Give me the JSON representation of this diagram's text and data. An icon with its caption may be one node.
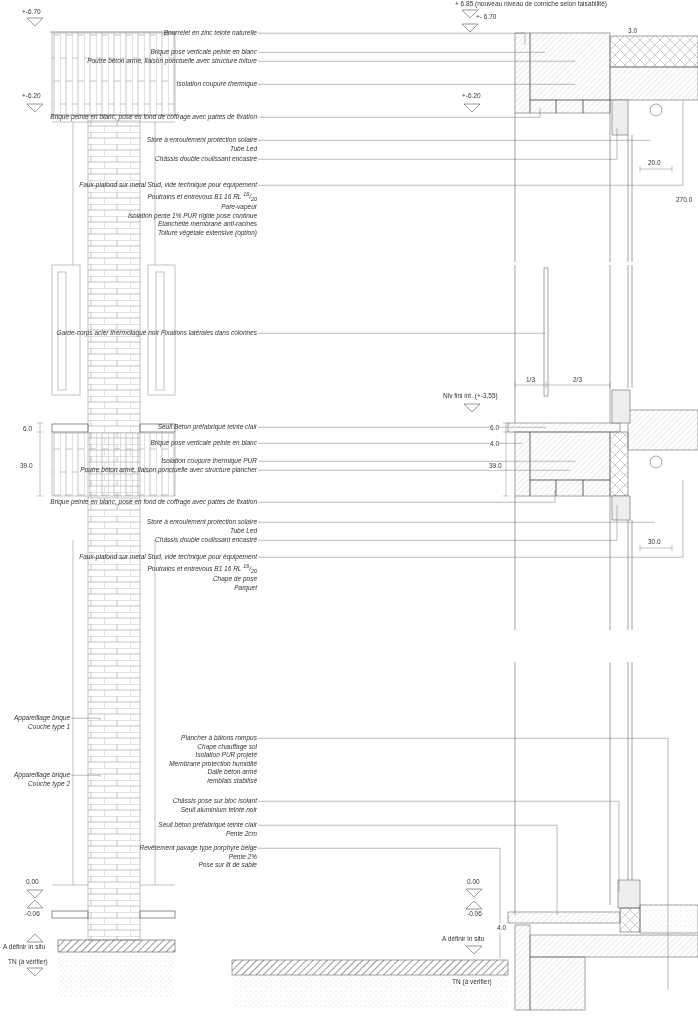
{
  "diagram": {
    "nodes": [
      {
        "text": [
          "Bourrelet en zinc teinte naturelle"
        ]
      },
      {
        "text": [
          "Brique pose verticale peinte en blanc"
        ]
      },
      {
        "text": [
          "Poutre béton armé, liaison ponctuelle avec structure toiture"
        ]
      },
      {
        "text": [
          "Isolation coupure thermique"
        ]
      },
      {
        "text": [
          "Brique peinte en blanc, pose en fond de coffrage avec pattes de fixation"
        ]
      },
      {
        "text": [
          "Store à enroulement protection solaire",
          "Tube Led"
        ]
      },
      {
        "text": [
          "Châssis double coulissant encastré"
        ]
      },
      {
        "text": [
          "Faux-plafond sur metal Stud, vide technique pour équipement",
          "Poutrains et entrevous B1 16 RL $^{16}$/$_{20}$",
          "Pare-vapeur",
          "Isolation pente 1% PUR rigide pose continue",
          "Etanchéité membrane anti-racines",
          "Toiture végétale extensive (option)"
        ]
      },
      {
        "text": [
          "Garde-corps acier thermolaqué noir Fixations latérales dans colonnes"
        ]
      },
      {
        "text": [
          "Seuil Béton préfabriqué teinte clair"
        ]
      },
      {
        "text": [
          "Brique pose verticale peinte en blanc"
        ]
      },
      {
        "text": [
          "Isolation coupure thermique PUR"
        ]
      },
      {
        "text": [
          "Poutre béton armé, liaison ponctuelle avec structure plancher"
        ]
      },
      {
        "text": [
          "Brique peinte en blanc, pose en fond de coffrage avec pattes de fixation"
        ]
      },
      {
        "text": [
          "Store à enroulement protection solaire",
          "Tube Led"
        ]
      },
      {
        "text": [
          "Châssis double coulissant encastré"
        ]
      },
      {
        "text": [
          "Faux-plafond sur metal Stud, vide technique pour équipement",
          "Poutrains et entrevous B1 16 RL $^{16}$/$_{20}$",
          "Chape de pose",
          "Parquet"
        ]
      },
      {
        "text": [
          "Plancher à bâtons rompus",
          "Chape chauffage sol",
          "Isolation PUR projeté",
          "Membrane protection humidité",
          "Dalle béton armé",
          "remblais stabilisé"
        ]
      },
      {
        "text": [
          "Châssis pose sur bloc isolant",
          "Seuil aluminium teinte noir"
        ]
      },
      {
        "text": [
          "Seuil béton préfabriqué teinte clair",
          "Pente 2cm"
        ]
      },
      {
        "text": [
          "Revêtement pavage type porphyre belge",
          "Pente 2%",
          "Pose sur lit de sable"
        ]
      },
      {
        "text": [
          "Appareillage brique",
          "Couche type 1"
        ]
      },
      {
        "text": [
          "Appareillage brique",
          "Couche type 2"
        ]
      }
    ],
    "edges": [
      {
        "from": 0,
        "to": null,
        "arrow": "none"
      },
      {
        "from": 1,
        "to": null,
        "arrow": "none"
      },
      {
        "from": 2,
        "to": null,
        "arrow": "none"
      },
      {
        "from": 3,
        "to": null,
        "arrow": "none"
      },
      {
        "from": 4,
        "to": null,
        "arrow": "none"
      },
      {
        "from": 5,
        "to": null,
        "arrow": "none"
      },
      {
        "from": 6,
        "to": null,
        "arrow": "none"
      },
      {
        "from": 7,
        "to": null,
        "arrow": "none"
      },
      {
        "from": 8,
        "to": null,
        "arrow": "none"
      },
      {
        "from": 9,
        "to": null,
        "arrow": "none"
      },
      {
        "from": 10,
        "to": null,
        "arrow": "none"
      },
      {
        "from": 11,
        "to": null,
        "arrow": "none"
      },
      {
        "from": 12,
        "to": null,
        "arrow": "none"
      },
      {
        "from": 13,
        "to": null,
        "arrow": "none"
      },
      {
        "from": 14,
        "to": null,
        "arrow": "none"
      },
      {
        "from": 15,
        "to": null,
        "arrow": "none"
      },
      {
        "from": 16,
        "to": null,
        "arrow": "none"
      },
      {
        "from": 17,
        "to": null,
        "arrow": "none"
      },
      {
        "from": 18,
        "to": null,
        "arrow": "none"
      },
      {
        "from": 19,
        "to": null,
        "arrow": "none"
      },
      {
        "from": 20,
        "to": null,
        "arrow": "none"
      },
      {
        "from": 21,
        "to": null,
        "arrow": "none"
      },
      {
        "from": 22,
        "to": null,
        "arrow": "none"
      }
    ],
    "labels": [
      "+-6.70",
      "+ 6.85 (nouveau niveau de corniche selon faisabilité)",
      "+- 6.70",
      "3.0",
      "+-6.20",
      "+-6.20",
      "20.0",
      "270.0",
      "1/3",
      "2/3",
      "Niv fini int. (+-3,55)",
      "6.0",
      "6.0",
      "4.0",
      "39.0",
      "39.0",
      "30.0",
      "0.00",
      "-0.06",
      "0.00",
      "-0.06",
      "4.0",
      "A définir in situ",
      "A définir in situ",
      "TN (à vérifier)",
      "TN (à vérifier)"
    ]
  }
}
